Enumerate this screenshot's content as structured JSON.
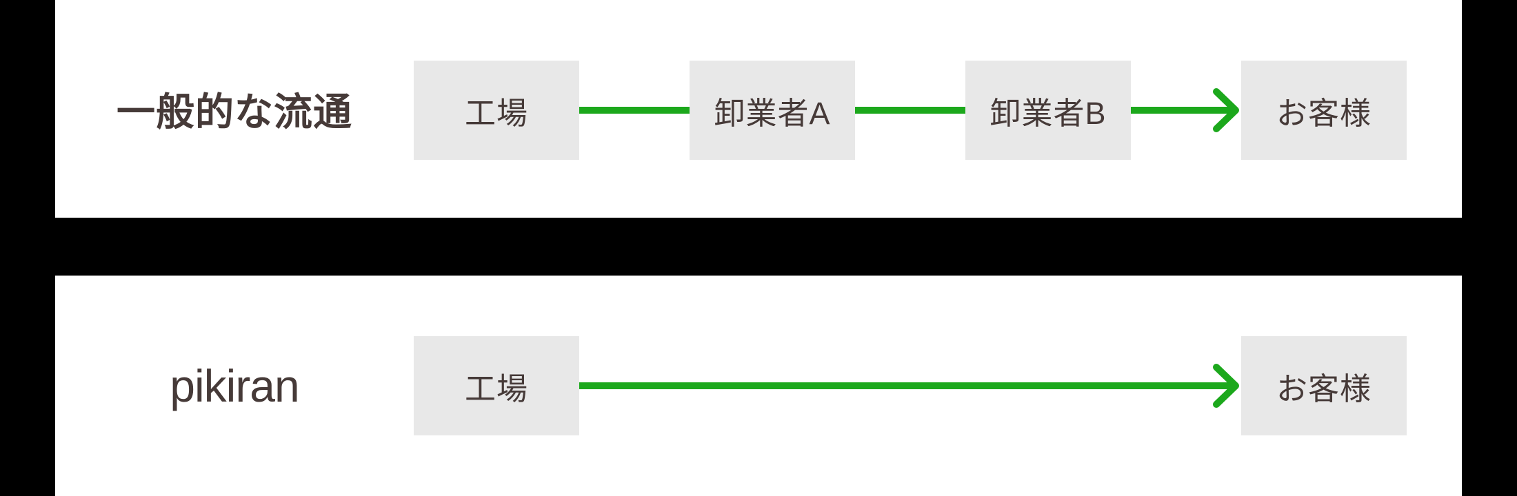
{
  "diagram": {
    "rows": [
      {
        "label": "一般的な流通",
        "nodes": [
          "工場",
          "卸業者A",
          "卸業者B",
          "お客様"
        ],
        "connector_style": "green-line, arrowhead into last node"
      },
      {
        "label": "pikiran",
        "nodes": [
          "工場",
          "お客様"
        ],
        "connector_style": "single long green arrow"
      }
    ]
  },
  "colors": {
    "background": "#000000",
    "panel": "#ffffff",
    "node_fill": "#e8e8e8",
    "arrow_green": "#1ca81c",
    "text_dark": "#463a38"
  }
}
